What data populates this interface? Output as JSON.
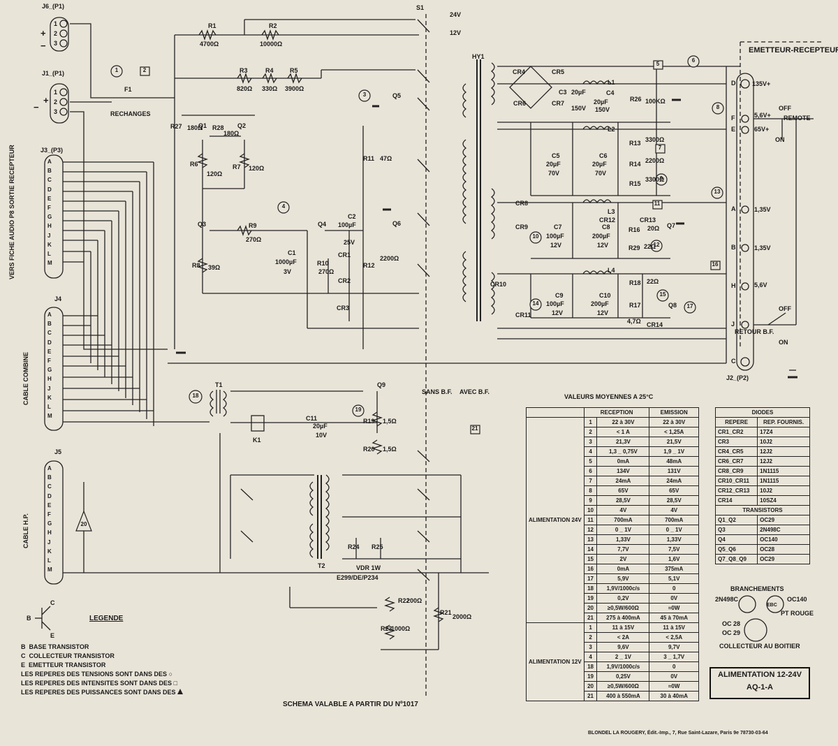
{
  "connectors": {
    "j6": "J6_(P1)",
    "j1": "J1_(P1)",
    "j3": "J3_(P3)",
    "j4": "J4",
    "j5": "J5",
    "j2": "J2_(P2)",
    "plus": "+",
    "minus": "−",
    "pins_abc": [
      "1",
      "2",
      "3"
    ],
    "pins_letters": [
      "A",
      "B",
      "C",
      "D",
      "E",
      "F",
      "G",
      "H",
      "J",
      "K",
      "L",
      "M"
    ],
    "j3_side_label": "VERS FICHE AUDIO P8 SORTIE RECEPTEUR",
    "j4_side_label": "CABLE COMBINE",
    "j5_side_label": "CABLE H.P."
  },
  "switch": {
    "name": "S1",
    "v24": "24V",
    "v12": "12V"
  },
  "components": {
    "r1": "R1",
    "r1v": "4700Ω",
    "r2": "R2",
    "r2v": "10000Ω",
    "r3": "R3",
    "r3v": "820Ω",
    "r4": "R4",
    "r4v": "330Ω",
    "r5": "R5",
    "r5v": "3900Ω",
    "f1": "F1",
    "rechanges": "RECHANGES",
    "r27": "R27",
    "r27v": "180Ω",
    "r28": "R28",
    "r28v": "180Ω",
    "q1": "Q1",
    "q2": "Q2",
    "q3": "Q3",
    "q4": "Q4",
    "q5": "Q5",
    "q6": "Q6",
    "q7": "Q7",
    "q8": "Q8",
    "q9": "Q9",
    "r6": "R6",
    "r6v": "120Ω",
    "r7": "R7",
    "r7v": "120Ω",
    "r8": "R8",
    "r8v": "39Ω",
    "r9": "R9",
    "r9v": "270Ω",
    "c1": "C1",
    "c1v": "1000µF",
    "c1u": "3V",
    "r10": "R10",
    "r10v": "270Ω",
    "c2": "C2",
    "c2v": "100µF",
    "c2u": "25V",
    "cr1": "CR1",
    "cr2": "CR2",
    "cr3": "CR3",
    "r11": "R11",
    "r11v": "47Ω",
    "r12": "R12",
    "r12v": "2200Ω",
    "hy1": "HY1",
    "cr4": "CR4",
    "cr5": "CR5",
    "cr6": "CR6",
    "cr7": "CR7",
    "c3": "C3",
    "c3v": "20µF",
    "c3u": "150V",
    "l1": "L1",
    "l2": "L2",
    "l3": "L3",
    "l4": "L4",
    "c4": "C4",
    "c4v": "20µF",
    "c4u": "150V",
    "r26": "R26",
    "r26v": "100KΩ",
    "c5": "C5",
    "c5v": "20µF",
    "c5u": "70V",
    "c6": "C6",
    "c6v": "20µF",
    "c6u": "70V",
    "r13": "R13",
    "r13v": "3300Ω",
    "r14": "R14",
    "r14v": "2200Ω",
    "r15": "R15",
    "r15v": "3300Ω",
    "cr8": "CR8",
    "cr9": "CR9",
    "c7": "C7",
    "c7v": "100µF",
    "c7u": "12V",
    "c8": "C8",
    "c8v": "200µF",
    "c8u": "12V",
    "cr12": "CR12",
    "cr13": "CR13",
    "r16": "R16",
    "r16v": "20Ω",
    "r29": "R29",
    "r29v": "22Ω",
    "cr10": "CR10",
    "cr11": "CR11",
    "c9": "C9",
    "c9v": "100µF",
    "c9u": "12V",
    "c10": "C10",
    "c10v": "200µF",
    "c10u": "12V",
    "r18": "R18",
    "r18v": "22Ω",
    "r17": "R17",
    "r17v": "4,7Ω",
    "cr14": "CR14",
    "t1": "T1",
    "k1": "K1",
    "c11": "C11",
    "c11v": "20µF",
    "c11u": "10V",
    "r19": "R19",
    "r19v": "1,5Ω",
    "r20": "R20",
    "r20v": "1,5Ω",
    "sans_bf": "SANS B.F.",
    "avec_bf": "AVEC B.F.",
    "t2": "T2",
    "r24": "R24",
    "r25": "R25",
    "vdr": "VDR 1W",
    "e299": "E299/DE/P234",
    "r22": "R22",
    "r22v": "200Ω",
    "r23": "R23",
    "r23v": "1000Ω",
    "r21": "R21",
    "r21v": "2000Ω"
  },
  "right_block": {
    "title": "EMETTEUR-RECEPTEUR",
    "v135": "135V+",
    "v56a": "5,6V+",
    "v65": "65V+",
    "remote": "REMOTE",
    "off": "OFF",
    "on": "ON",
    "v135a": "1,35V",
    "v135b": "1,35V",
    "v56b": "5,6V",
    "retour": "RETOUR B.F.",
    "pins": [
      "D",
      "F",
      "E",
      "A",
      "B",
      "H",
      "J",
      "C"
    ]
  },
  "markers": {
    "circles": [
      "1",
      "3",
      "4",
      "6",
      "8",
      "9",
      "10",
      "12",
      "13",
      "14",
      "15",
      "17",
      "18",
      "19"
    ],
    "squares": [
      "2",
      "5",
      "7",
      "11",
      "16",
      "21"
    ],
    "triangle": "20"
  },
  "table_title": "VALEURS MOYENNES A 25°C",
  "measurements": {
    "head_rx": "RECEPTION",
    "head_tx": "EMISSION",
    "group24": "ALIMENTATION 24V",
    "group12": "ALIMENTATION 12V",
    "rows24": [
      [
        "1",
        "22 à 30V",
        "22 à 30V"
      ],
      [
        "2",
        "< 1 A",
        "< 1,25A"
      ],
      [
        "3",
        "21,3V",
        "21,5V"
      ],
      [
        "4",
        "1,3 _ 0,75V",
        "1,9 _ 1V"
      ],
      [
        "5",
        "0mA",
        "48mA"
      ],
      [
        "6",
        "134V",
        "131V"
      ],
      [
        "7",
        "24mA",
        "24mA"
      ],
      [
        "8",
        "65V",
        "65V"
      ],
      [
        "9",
        "28,5V",
        "28,5V"
      ],
      [
        "10",
        "4V",
        "4V"
      ],
      [
        "11",
        "700mA",
        "700mA"
      ],
      [
        "12",
        "0 _ 1V",
        "0 _ 1V"
      ],
      [
        "13",
        "1,33V",
        "1,33V"
      ],
      [
        "14",
        "7,7V",
        "7,5V"
      ],
      [
        "15",
        "2V",
        "1,6V"
      ],
      [
        "16",
        "0mA",
        "375mA"
      ],
      [
        "17",
        "5,9V",
        "5,1V"
      ],
      [
        "18",
        "1,9V/1000c/s",
        "0"
      ],
      [
        "19",
        "0,2V",
        "0V"
      ],
      [
        "20",
        "≥0,5W/600Ω",
        "≈0W"
      ],
      [
        "21",
        "275 à 400mA",
        "45 à 70mA"
      ]
    ],
    "rows12": [
      [
        "1",
        "11 à 15V",
        "11 à 15V"
      ],
      [
        "2",
        "< 2A",
        "< 2,5A"
      ],
      [
        "3",
        "9,6V",
        "9,7V"
      ],
      [
        "4",
        "2 _ 1V",
        "3 _ 1,7V"
      ],
      [
        "18",
        "1,9V/1000c/s",
        "0"
      ],
      [
        "19",
        "0,25V",
        "0V"
      ],
      [
        "20",
        "≥0,5W/600Ω",
        "≈0W"
      ],
      [
        "21",
        "400 à 550mA",
        "30 à 40mA"
      ]
    ]
  },
  "diodes": {
    "title": "DIODES",
    "head_ref": "REPERE",
    "head_fourn": "REP. FOURNIS.",
    "rows": [
      [
        "CR1_CR2",
        "17Z4"
      ],
      [
        "CR3",
        "10J2"
      ],
      [
        "CR4_CR5",
        "12J2"
      ],
      [
        "CR6_CR7",
        "12J2"
      ],
      [
        "CR8_CR9",
        "1N1115"
      ],
      [
        "CR10_CR11",
        "1N1115"
      ],
      [
        "CR12_CR13",
        "10J2"
      ],
      [
        "CR14",
        "10SZ4"
      ]
    ],
    "transistors_title": "TRANSISTORS",
    "transistors": [
      [
        "Q1_Q2",
        "OC29"
      ],
      [
        "Q3",
        "2N498C"
      ],
      [
        "Q4",
        "OC140"
      ],
      [
        "Q5_Q6",
        "OC28"
      ],
      [
        "Q7_Q8_Q9",
        "OC29"
      ]
    ]
  },
  "branchements": {
    "title": "BRANCHEMENTS",
    "t1": "2N498C",
    "t2": "OC140",
    "pt_rouge": "PT ROUGE",
    "t3": "OC 28",
    "t4": "OC 29",
    "collecteur": "COLLECTEUR AU BOITIER",
    "pins_ebc": "EBC"
  },
  "title_box": {
    "line1": "ALIMENTATION 12-24V",
    "line2": "AQ-1-A"
  },
  "legend": {
    "title": "LEGENDE",
    "b": "BASE TRANSISTOR",
    "c": "COLLECTEUR TRANSISTOR",
    "e": "EMETTEUR TRANSISTOR",
    "l1": "LES REPERES DES TENSIONS SONT DANS DES",
    "l2": "LES REPERES DES INTENSITES SONT DANS DES",
    "l3": "LES REPERES DES PUISSANCES SONT DANS DES",
    "letter_b": "B",
    "letter_c": "C",
    "letter_e": "E"
  },
  "schema_note": "SCHEMA VALABLE A PARTIR DU Nº1017",
  "footer": "BLONDEL LA ROUGERY, Édit.-Imp., 7, Rue Saint-Lazare, Paris 9e 78730-03-64",
  "colors": {
    "paper": "#e9e4d8",
    "ink": "#1a1a1a"
  }
}
